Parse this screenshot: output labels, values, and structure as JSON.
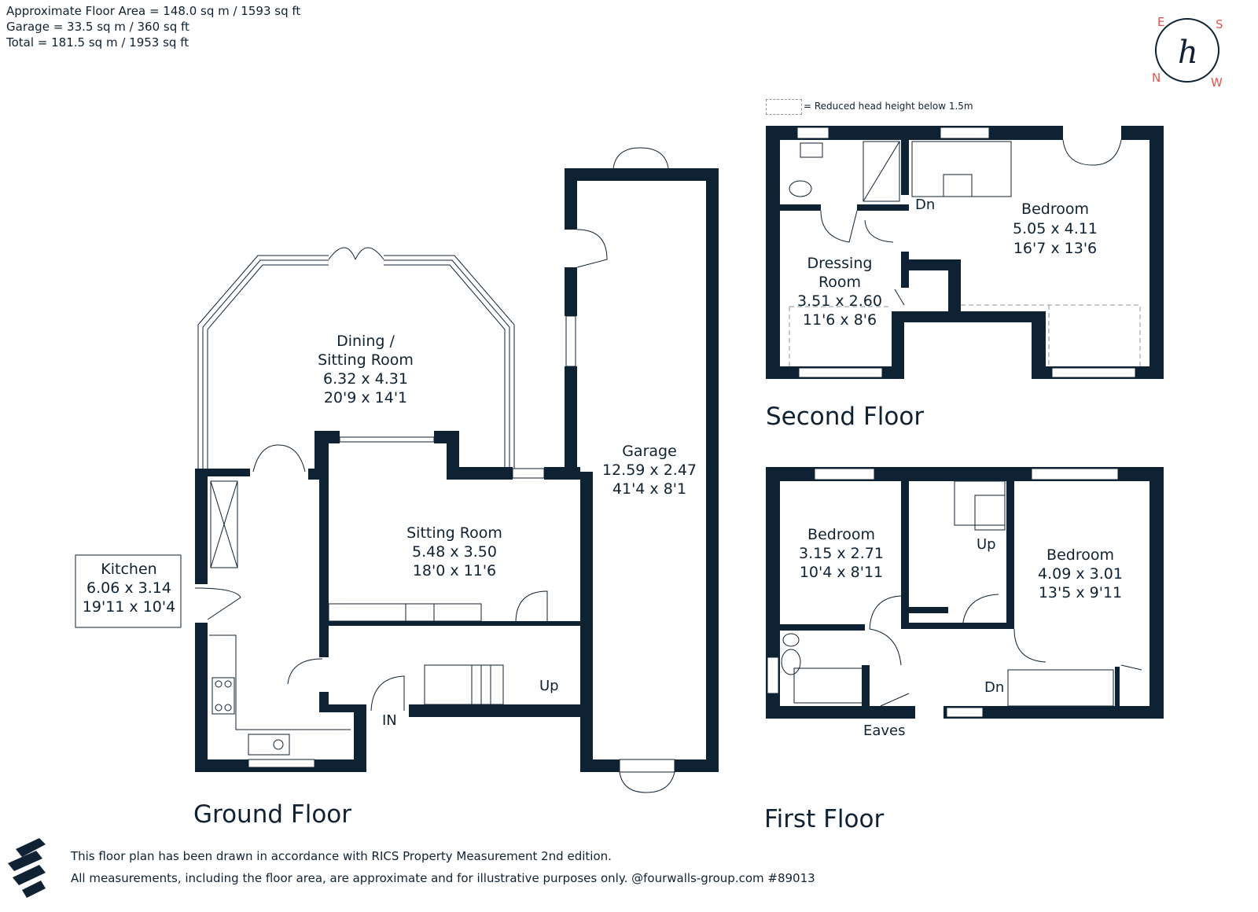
{
  "areas": {
    "floor": "Approximate Floor Area = 148.0 sq m / 1593 sq ft",
    "garage": "Garage = 33.5 sq m / 360 sq ft",
    "total": "Total = 181.5 sq m / 1953 sq ft"
  },
  "legend": "= Reduced head height below 1.5m",
  "compass": {
    "e": "E",
    "s": "S",
    "n": "N",
    "w": "W",
    "logo_letter": "h"
  },
  "ground_floor": {
    "title": "Ground Floor",
    "dining": {
      "name_1": "Dining /",
      "name_2": "Sitting Room",
      "metric": "6.32 x 4.31",
      "imperial": "20'9 x 14'1"
    },
    "garage": {
      "name": "Garage",
      "metric": "12.59 x 2.47",
      "imperial": "41'4 x 8'1"
    },
    "sitting": {
      "name": "Sitting Room",
      "metric": "5.48 x 3.50",
      "imperial": "18'0 x 11'6"
    },
    "kitchen": {
      "name": "Kitchen",
      "metric": "6.06 x 3.14",
      "imperial": "19'11 x 10'4"
    },
    "up": "Up",
    "in": "IN"
  },
  "second_floor": {
    "title": "Second Floor",
    "bedroom": {
      "name": "Bedroom",
      "metric": "5.05 x 4.11",
      "imperial": "16'7 x 13'6"
    },
    "dressing": {
      "name_1": "Dressing",
      "name_2": "Room",
      "metric": "3.51 x 2.60",
      "imperial": "11'6 x 8'6"
    },
    "dn": "Dn"
  },
  "first_floor": {
    "title": "First Floor",
    "bedroom_left": {
      "name": "Bedroom",
      "metric": "3.15 x 2.71",
      "imperial": "10'4 x 8'11"
    },
    "bedroom_right": {
      "name": "Bedroom",
      "metric": "4.09 x 3.01",
      "imperial": "13'5 x 9'11"
    },
    "up": "Up",
    "dn": "Dn",
    "eaves": "Eaves"
  },
  "footer": {
    "line_1": "This floor plan has been drawn in accordance with RICS Property Measurement 2nd edition.",
    "line_2": "All measurements, including the floor area, are approximate and for illustrative purposes only. @fourwalls-group.com #89013"
  },
  "colors": {
    "wall": "#0f2233",
    "compass_letters": "#e0564f"
  }
}
